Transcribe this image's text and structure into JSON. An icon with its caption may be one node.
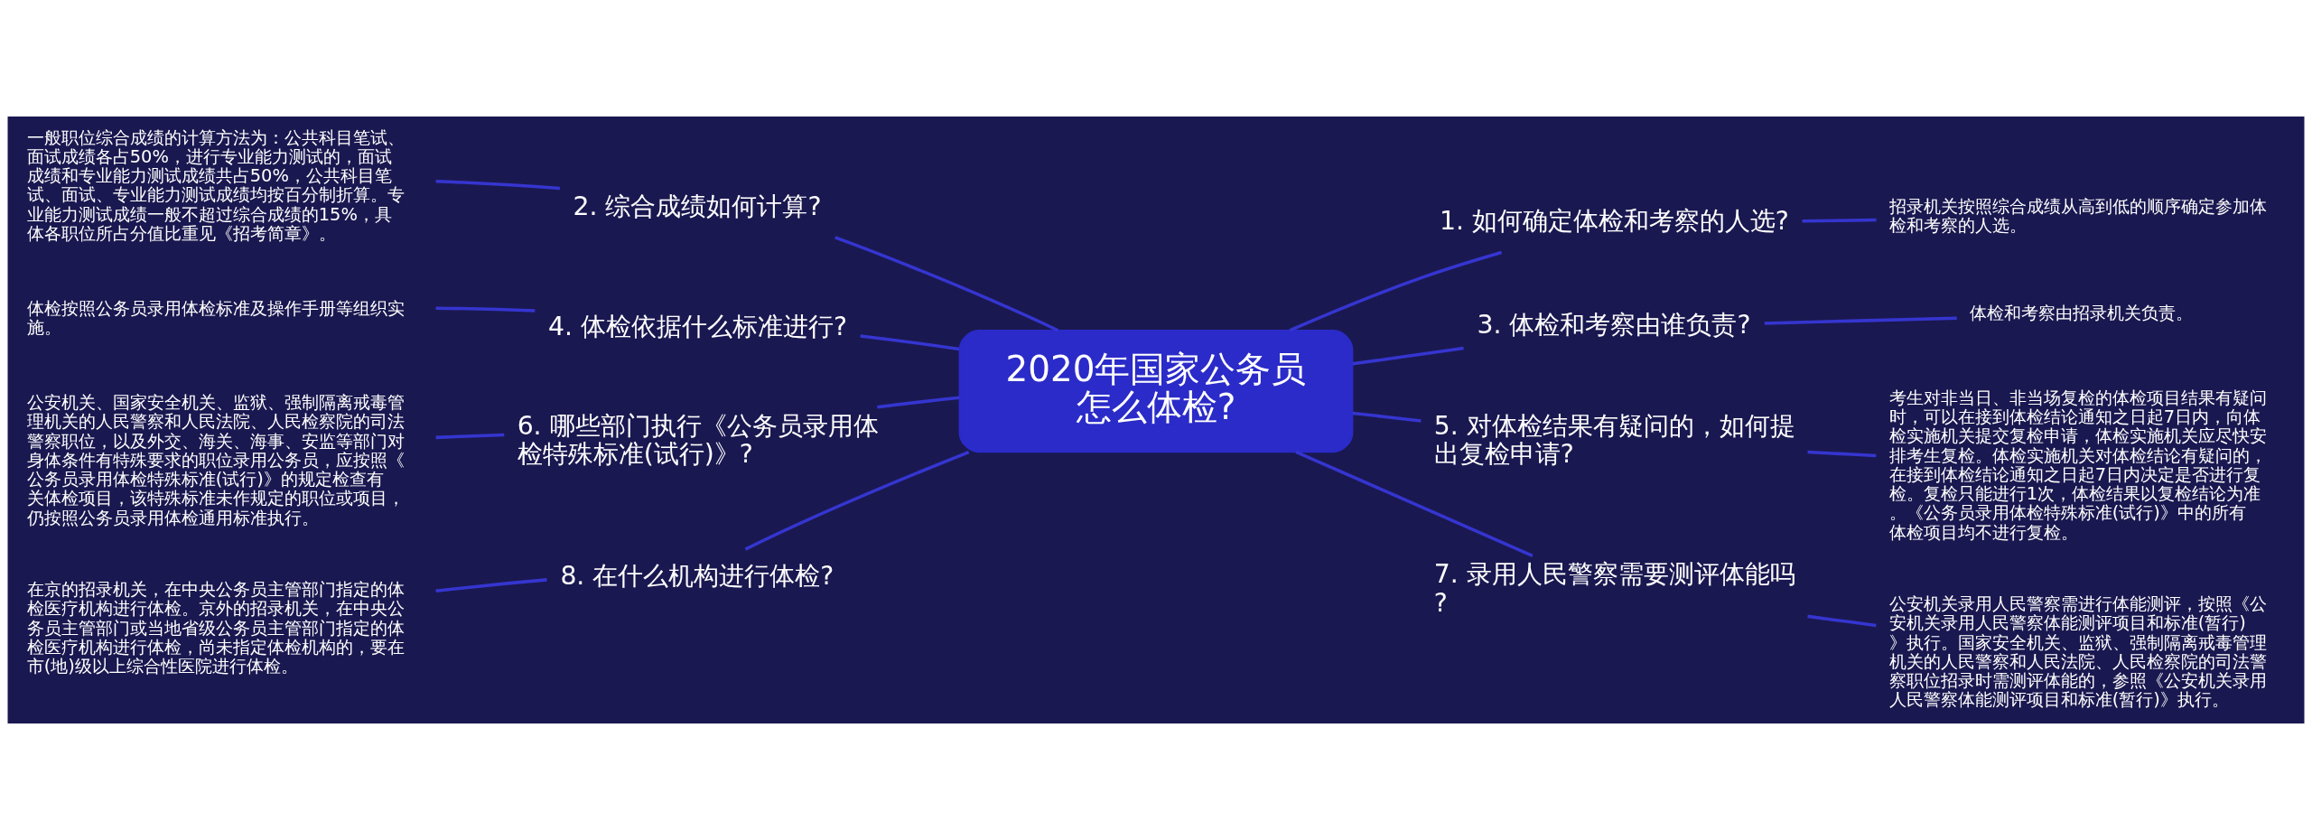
{
  "diagram": {
    "nodes": [
      {
        "text": [
          "2020年国家公务员怎么体检?"
        ]
      },
      {
        "text": [
          "1. 如何确定体检和考察的人选?"
        ]
      },
      {
        "text": [
          "招录机关按照综合成绩从高到低的顺序确定参加体检和考察的人选。"
        ]
      },
      {
        "text": [
          "2. 综合成绩如何计算?"
        ]
      },
      {
        "text": [
          "一般职位综合成绩的计算方法为：公共科目笔试、面试成绩各占50%，进行专业能力测试的，面试成绩和专业能力测试成绩共占50%，公共科目笔试、面试、专业能力测试成绩均按百分制折算。专业能力测试成绩一般不超过综合成绩的15%，具体各职位所占分值比重见《招考简章》。"
        ]
      },
      {
        "text": [
          "3. 体检和考察由谁负责?"
        ]
      },
      {
        "text": [
          "体检和考察由招录机关负责。"
        ]
      },
      {
        "text": [
          "4. 体检依据什么标准进行?"
        ]
      },
      {
        "text": [
          "体检按照公务员录用体检标准及操作手册等组织实施。"
        ]
      },
      {
        "text": [
          "5. 对体检结果有疑问的，如何提出复检申请?"
        ]
      },
      {
        "text": [
          "考生对非当日、非当场复检的体检项目结果有疑问时，可以在接到体检结论通知之日起7日内，向体检实施机关提交复检申请，体检实施机关应尽快安排考生复检。体检实施机关对体检结论有疑问的，在接到体检结论通知之日起7日内决定是否进行复检。复检只能进行1次，体检结果以复检结论为准。《公务员录用体检特殊标准(试行)》中的所有体检项目均不进行复检。"
        ]
      },
      {
        "text": [
          "6. 哪些部门执行《公务员录用体检特殊标准(试行)》?"
        ]
      },
      {
        "text": [
          "公安机关、国家安全机关、监狱、强制隔离戒毒管理机关的人民警察和人民法院、人民检察院的司法警察职位，以及外交、海关、海事、安监等部门对身体条件有特殊要求的职位录用公务员，应按照《公务员录用体检特殊标准(试行)》的规定检查有关体检项目，该特殊标准未作规定的职位或项目，仍按照公务员录用体检通用标准执行。"
        ]
      },
      {
        "text": [
          "7. 录用人民警察需要测评体能吗?"
        ]
      },
      {
        "text": [
          "公安机关录用人民警察需进行体能测评，按照《公安机关录用人民警察体能测评项目和标准(暂行)》执行。国家安全机关、监狱、强制隔离戒毒管理机关的人民警察和人民法院、人民检察院的司法警察职位招录时需测评体能的，参照《公安机关录用人民警察体能测评项目和标准(暂行)》执行。"
        ]
      },
      {
        "text": [
          "8. 在什么机构进行体检?"
        ]
      },
      {
        "text": [
          "在京的招录机关，在中央公务员主管部门指定的体检医疗机构进行体检。京外的招录机关，在中央公务员主管部门或当地省级公务员主管部门指定的体检医疗机构进行体检，尚未指定体检机构的，要在市(地)级以上综合性医院进行体检。"
        ]
      }
    ],
    "edges": [
      {
        "from": 0,
        "to": 1,
        "arrow": "none"
      },
      {
        "from": 1,
        "to": 2,
        "arrow": "none"
      },
      {
        "from": 0,
        "to": 3,
        "arrow": "none"
      },
      {
        "from": 3,
        "to": 4,
        "arrow": "none"
      },
      {
        "from": 0,
        "to": 5,
        "arrow": "none"
      },
      {
        "from": 5,
        "to": 6,
        "arrow": "none"
      },
      {
        "from": 0,
        "to": 7,
        "arrow": "none"
      },
      {
        "from": 7,
        "to": 8,
        "arrow": "none"
      },
      {
        "from": 0,
        "to": 9,
        "arrow": "none"
      },
      {
        "from": 9,
        "to": 10,
        "arrow": "none"
      },
      {
        "from": 0,
        "to": 11,
        "arrow": "none"
      },
      {
        "from": 11,
        "to": 12,
        "arrow": "none"
      },
      {
        "from": 0,
        "to": 13,
        "arrow": "none"
      },
      {
        "from": 13,
        "to": 14,
        "arrow": "none"
      },
      {
        "from": 0,
        "to": 15,
        "arrow": "none"
      },
      {
        "from": 15,
        "to": 16,
        "arrow": "none"
      }
    ]
  }
}
